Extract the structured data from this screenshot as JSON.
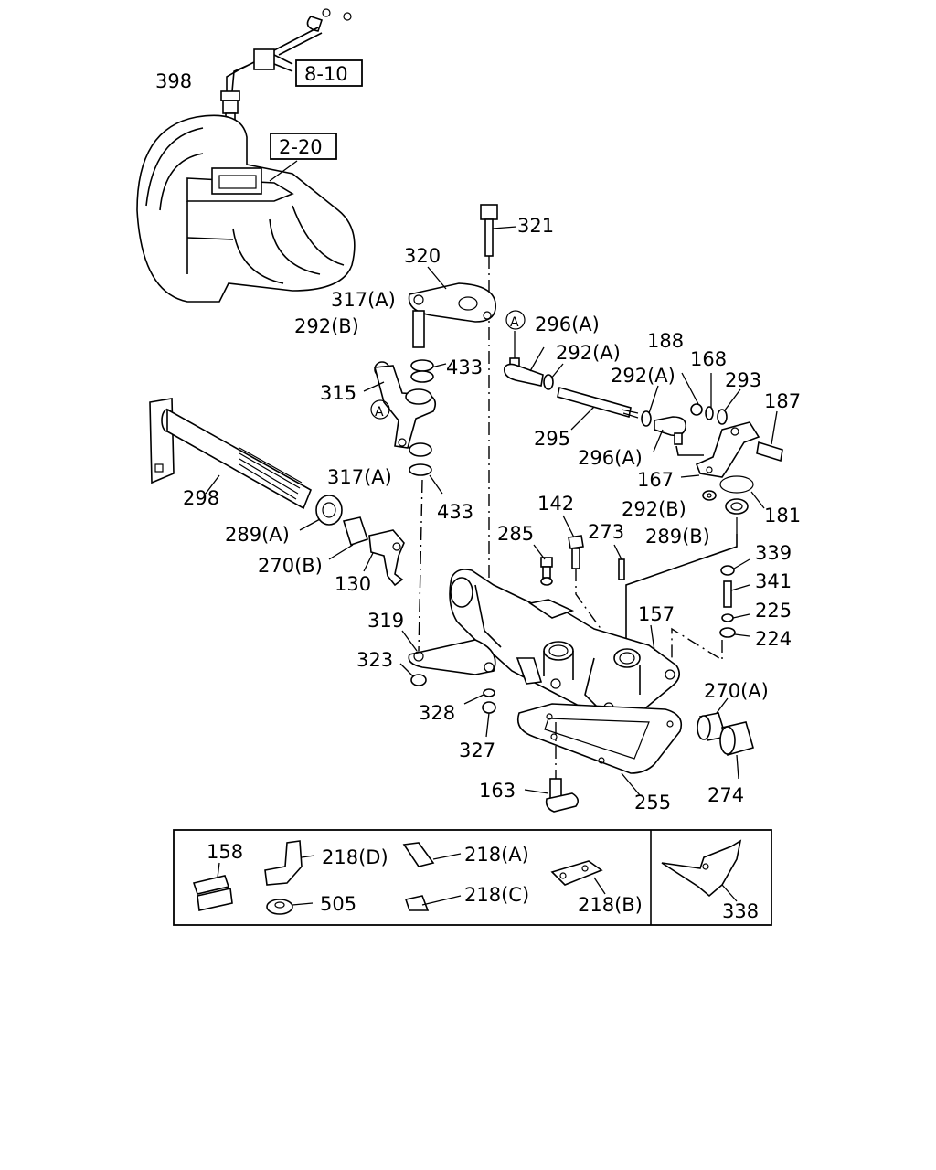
{
  "diagram": {
    "callouts": {
      "p398": "398",
      "p8_10": "8-10",
      "p2_20": "2-20",
      "p321": "321",
      "p320": "320",
      "p317a_top": "317(A)",
      "p292b_top": "292(B)",
      "p433_top": "433",
      "p315": "315",
      "ref_a1": "A",
      "ref_a2": "A",
      "p296a_top": "296(A)",
      "p292a_1": "292(A)",
      "p188": "188",
      "p168": "168",
      "p292a_2": "292(A)",
      "p293": "293",
      "p187": "187",
      "p295": "295",
      "p296a_bot": "296(A)",
      "p167": "167",
      "p298": "298",
      "p317a_bot": "317(A)",
      "p433_bot": "433",
      "p142": "142",
      "p292b_bot": "292(B)",
      "p181": "181",
      "p289a": "289(A)",
      "p285": "285",
      "p273": "273",
      "p289b": "289(B)",
      "p270b": "270(B)",
      "p130": "130",
      "p339": "339",
      "p341": "341",
      "p225": "225",
      "p319": "319",
      "p157": "157",
      "p224": "224",
      "p323": "323",
      "p270a": "270(A)",
      "p328": "328",
      "p327": "327",
      "p163": "163",
      "p255": "255",
      "p274": "274",
      "p158": "158",
      "p218d": "218(D)",
      "p218a": "218(A)",
      "p505": "505",
      "p218c": "218(C)",
      "p218b": "218(B)",
      "p338": "338"
    }
  }
}
